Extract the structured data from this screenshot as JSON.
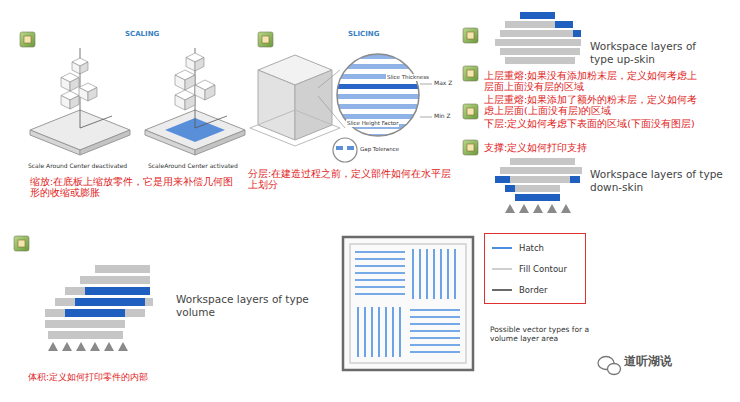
{
  "diagram": {
    "labels": [
      "SCALING",
      "Scale Around Center deactivated",
      "ScaleAround Center activated",
      "缩放:在底板上缩放零件，它是用来补偿几何图形的收缩或膨胀",
      "SLICING",
      "Slice Thickness",
      "Slice Height Factor",
      "Gap Tolerance",
      "Max Z",
      "Min Z",
      "分层:在建造过程之前，定义部件如何在水平层上划分",
      "Workspace layers of type up-skin",
      "上层重熔:如果没有添加粉末层，定义如何考虑上层面上面没有层的区域",
      "上层重熔:如果添加了额外的粉末层，定义如何考虑上层面(上面没有层)的区域",
      "下层:定义如何考虑下表面的区域(下面没有图层)",
      "支撑:定义如何打印支持",
      "Workspace layers of type down-skin",
      "Workspace layers of type volume",
      "体积:定义如何打印零件的内部",
      "Possible vector types for a volume layer area",
      "道听湖说"
    ],
    "legend": [
      {
        "text": "Hatch"
      },
      {
        "text": "Fill Contour"
      },
      {
        "text": "Border"
      }
    ]
  }
}
